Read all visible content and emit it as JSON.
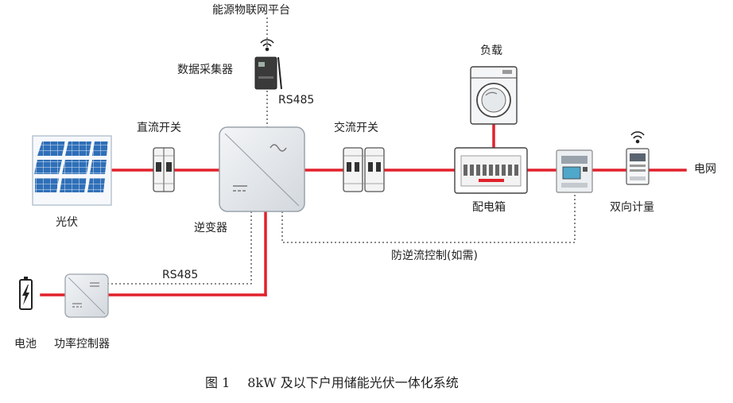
{
  "labels": {
    "platform": "能源物联网平台",
    "collector": "数据采集器",
    "rs485_top": "RS485",
    "dc_switch": "直流开关",
    "ac_switch": "交流开关",
    "load": "负载",
    "pv": "光伏",
    "inverter": "逆变器",
    "distribution_box": "配电箱",
    "bidirectional_meter": "双向计量",
    "grid": "电网",
    "anti_backflow": "防逆流控制(如需)",
    "rs485_bottom": "RS485",
    "battery": "电池",
    "power_controller": "功率控制器"
  },
  "caption": {
    "figure_no": "图 1",
    "title": "8kW 及以下户用储能光伏一体化系统"
  },
  "colors": {
    "power_line": "#e1212b",
    "signal_line": "#444444",
    "device_fill": "#e8ebee",
    "device_stroke": "#9aa3ab",
    "panel_blue": "#2f6fb8"
  }
}
